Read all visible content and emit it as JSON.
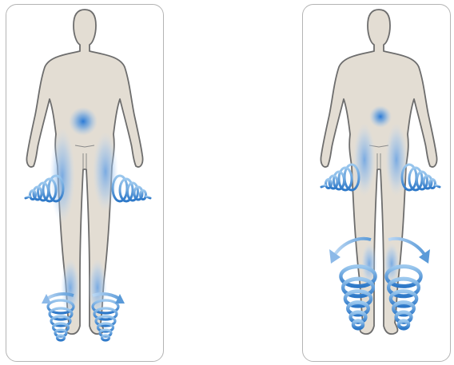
{
  "figure": {
    "panels": [
      {
        "id": "left",
        "glow_spots": [
          "abdomen",
          "left-thigh",
          "right-thigh",
          "left-ankle",
          "right-ankle"
        ],
        "swirls": [
          "hand-left",
          "hand-right",
          "foot-left",
          "foot-right"
        ],
        "arrows": [
          "ankle-outward-left",
          "ankle-outward-right"
        ]
      },
      {
        "id": "right",
        "glow_spots": [
          "abdomen",
          "left-thigh",
          "right-thigh",
          "left-calf",
          "right-calf"
        ],
        "swirls": [
          "hand-left",
          "hand-right",
          "lower-leg-left",
          "lower-leg-right"
        ],
        "arrows": [
          "knee-outward-left",
          "knee-outward-right"
        ]
      }
    ],
    "colors": {
      "body_fill": "#e3ddd3",
      "body_stroke": "#6d6d6d",
      "glow": "#2f7fd6",
      "swirl": "#2f7fc8",
      "panel_border": "#b4b4b4"
    }
  }
}
